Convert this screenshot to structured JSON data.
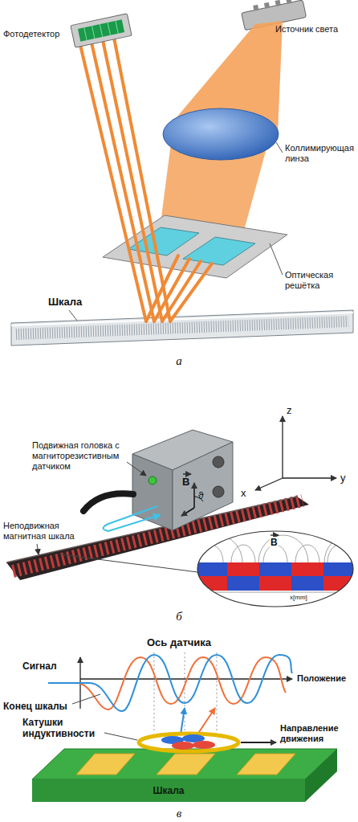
{
  "diagram": {
    "nodes": [
      {
        "text": [
          "Шкала"
        ]
      }
    ],
    "labels": [
      "Фотодетектор",
      "Источник света",
      "Коллимирующая линза",
      "Шкала",
      "Оптическая решётка",
      "а",
      "Подвижная головка с магниторезистивным датчиком",
      "Неподвижная магнитная шкала",
      "z",
      "y",
      "x",
      "B",
      "ϑ",
      "B",
      "x[mm]",
      "б",
      "Ось датчика",
      "Сигнал",
      "Положение",
      "Конец шкалы",
      "Катушки индуктивности",
      "Направление движения",
      "в"
    ]
  }
}
